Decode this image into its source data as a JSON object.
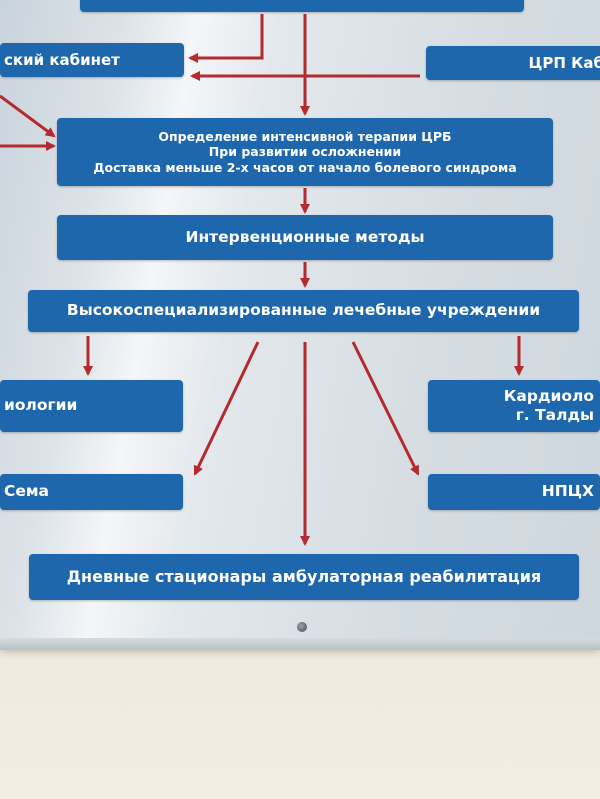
{
  "boxes": {
    "top_cut": "",
    "left_cabinet": "ский кабинет",
    "right_crp": "ЦРП Каб",
    "intensive": [
      "Определение интенсивной терапии ЦРБ",
      "При развитии осложнении",
      "Доставка меньше 2-х часов от начало болевого синдрома"
    ],
    "interventional": "Интервенционные методы",
    "highly_specialized": "Высокоспециализированные лечебные учреждении",
    "left_cardiology": "иологии",
    "right_cardiology": [
      "Кардиоло",
      "г. Талды"
    ],
    "left_sema": "Сема",
    "right_npcx": "НПЦХ",
    "day_hospitals": "Дневные стационары амбулаторная реабилитация"
  },
  "colors": {
    "box_fill": "#1f67ad",
    "arrow": "#b32a2f",
    "text": "#ffffff"
  }
}
